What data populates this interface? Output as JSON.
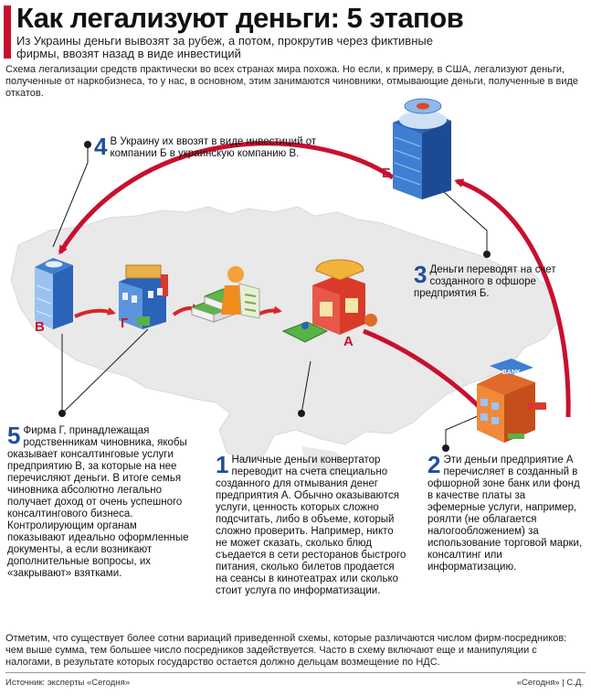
{
  "header": {
    "title": "Как легализуют деньги: 5 этапов",
    "subtitle": "Из Украины деньги вывозят за рубеж, а потом, прокрутив через фиктивные фирмы, ввозят назад в виде инвестиций"
  },
  "intro": "Схема легализации средств практически во всех странах мира похожа. Но если, к примеру, в США, легализуют деньги, полученные от наркобизнеса, то у нас, в основном, этим занимаются чиновники, отмывающие деньги, полученные в виде откатов.",
  "nodes": {
    "a": "А",
    "b": "Б",
    "v": "В",
    "g": "Г"
  },
  "steps": {
    "s1": {
      "num": "1",
      "text": "Наличные деньги конвертатор переводит на счета специально созданного для отмывания денег предприятия А. Обычно оказываются услуги, ценность которых сложно подсчитать, либо в объеме, который сложно проверить. Например, никто не может сказать, сколько блюд съедается в сети ресторанов быстрого питания, сколько билетов продается на сеансы в кинотеатрах или сколько стоит услуга по информатизации."
    },
    "s2": {
      "num": "2",
      "text": "Эти деньги предприятие А перечисляет в созданный в офшорной зоне банк или фонд в качестве платы за эфемерные услуги, например, роялти (не облагается налогообложением) за использование торговой марки, консалтинг или информатизацию."
    },
    "s3": {
      "num": "3",
      "text": "Деньги переводят на счет созданного в офшоре предприятия Б."
    },
    "s4": {
      "num": "4",
      "text": "В Украину их ввозят в виде инвестиций от компании Б в украинскую компанию В."
    },
    "s5": {
      "num": "5",
      "text": "Фирма Г, принадлежащая родственникам чиновника, якобы оказывает консалтинговые услуги предприятию В, за которые на нее перечисляют деньги. В итоге семья чиновника абсолютно легально получает доход от очень успешного консалтингового бизнеса. Контролирующим органам показывают идеально оформленные документы, а если возникают дополнительные вопросы, их «закрывают» взятками."
    }
  },
  "bank_sign": "BANK",
  "outro": "Отметим, что существует более сотни вариаций приведенной схемы, которые различаются числом фирм-посредников: чем выше сумма, тем большее число посредников задействуется. Часто в схему включают еще и манипуляции с налогами, в результате которых государство остается должно дельцам возмещение по НДС.",
  "footer": {
    "source": "Источник: эксперты «Сегодня»",
    "credit": "«Сегодня» | С.Д."
  },
  "colors": {
    "accent": "#c8102e",
    "number": "#1f4e9a",
    "map": "#e9e9e9"
  }
}
